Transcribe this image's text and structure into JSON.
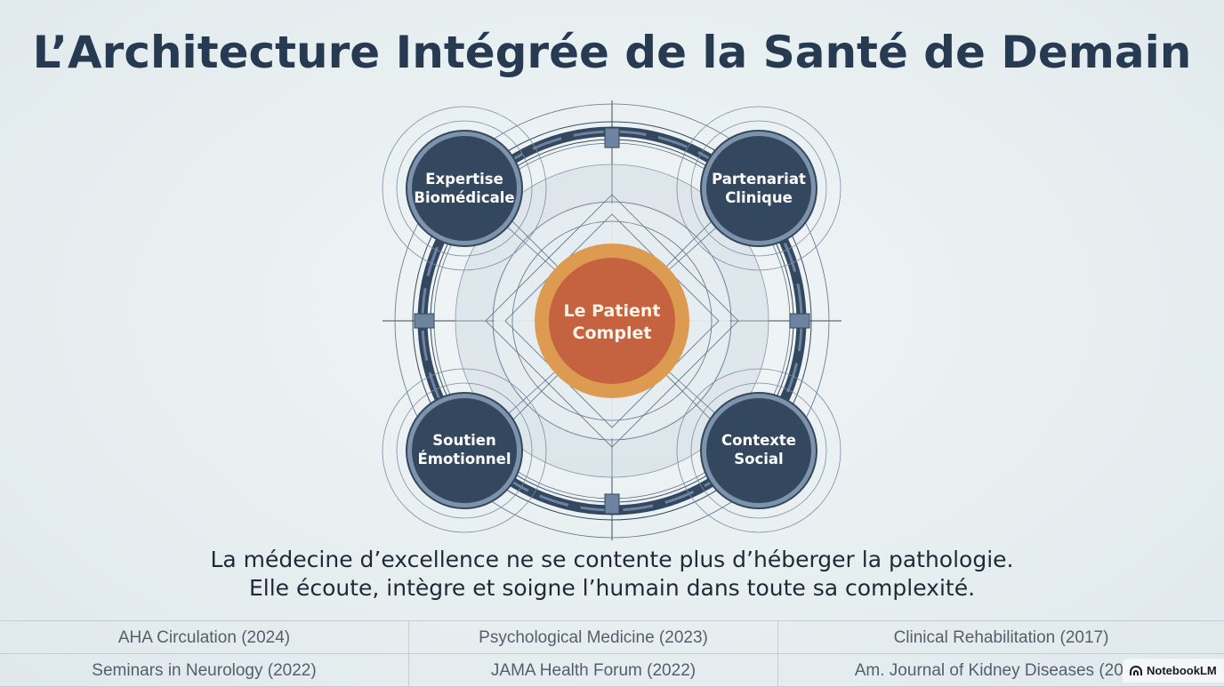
{
  "title": "L’Architecture Intégrée de la Santé de Demain",
  "diagram": {
    "center": {
      "line1": "Le Patient",
      "line2": "Complet"
    },
    "nodes": [
      {
        "line1": "Expertise",
        "line2": "Biomédicale"
      },
      {
        "line1": "Partenariat",
        "line2": "Clinique"
      },
      {
        "line1": "Soutien",
        "line2": "Émotionnel"
      },
      {
        "line1": "Contexte",
        "line2": "Social"
      }
    ],
    "colors": {
      "node_fill": "#33475f",
      "node_ring": "#7d93ab",
      "center_fill": "#c5623f",
      "center_ring": "#dd9b52",
      "outer_ring": "#33475f"
    }
  },
  "tagline": {
    "line1": "La médecine d’excellence ne se contente plus d’héberger la pathologie.",
    "line2": "Elle écoute, intègre et soigne l’humain dans toute sa complexité."
  },
  "references": [
    "AHA Circulation (2024)",
    "Psychological Medicine (2023)",
    "Clinical Rehabilitation (2017)",
    "Seminars in Neurology (2022)",
    "JAMA Health Forum (2022)",
    "Am. Journal of Kidney Diseases (2022)"
  ],
  "brand": {
    "label": "NotebookLM",
    "icon": "notebooklm-logo-icon"
  }
}
